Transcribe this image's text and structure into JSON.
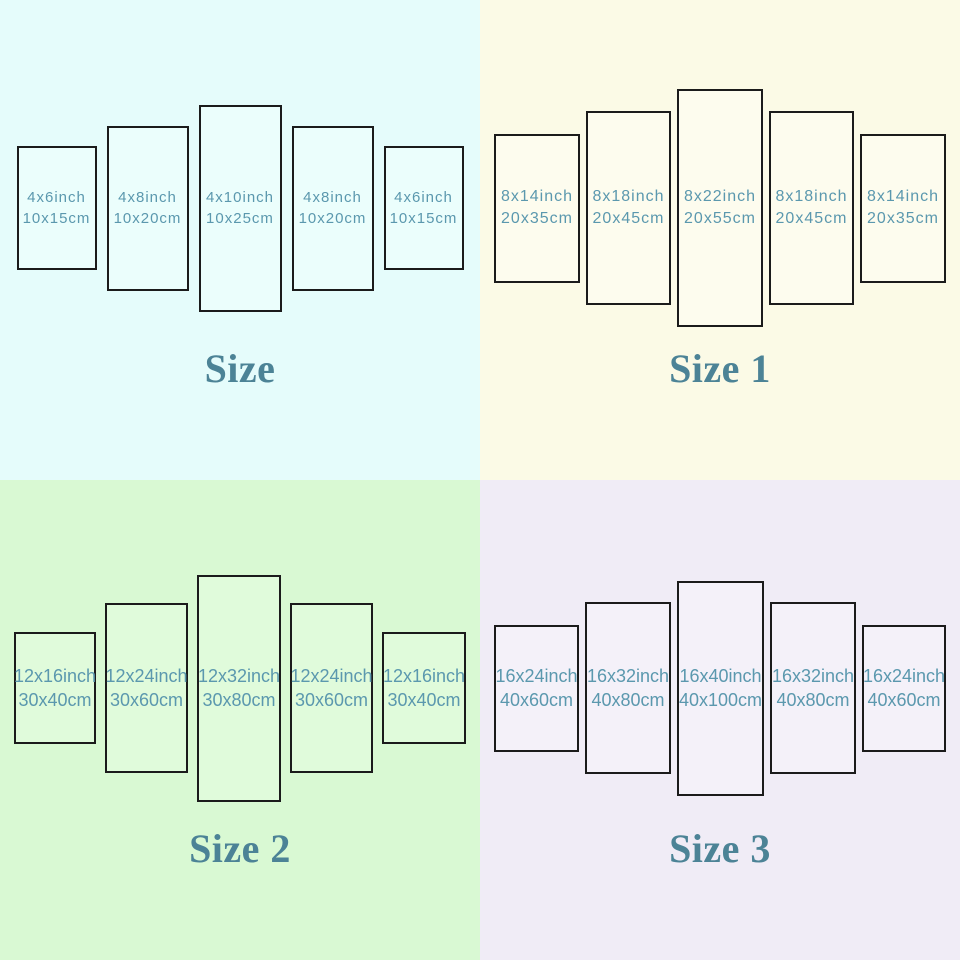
{
  "colors": {
    "quadrant_size_bg": "#e5fcfb",
    "quadrant_size1_bg": "#fbfae6",
    "quadrant_size2_bg": "#d9f9d3",
    "quadrant_size3_bg": "#f0ecf6",
    "panel_border": "#1b1b1b",
    "label_text": "#5b98ae",
    "title_text": "#4c8396"
  },
  "quadrants": [
    {
      "title": "Size",
      "panels": [
        {
          "inch": "4x6inch",
          "cm": "10x15cm"
        },
        {
          "inch": "4x8inch",
          "cm": "10x20cm"
        },
        {
          "inch": "4x10inch",
          "cm": "10x25cm"
        },
        {
          "inch": "4x8inch",
          "cm": "10x20cm"
        },
        {
          "inch": "4x6inch",
          "cm": "10x15cm"
        }
      ]
    },
    {
      "title": "Size 1",
      "panels": [
        {
          "inch": "8x14inch",
          "cm": "20x35cm"
        },
        {
          "inch": "8x18inch",
          "cm": "20x45cm"
        },
        {
          "inch": "8x22inch",
          "cm": "20x55cm"
        },
        {
          "inch": "8x18inch",
          "cm": "20x45cm"
        },
        {
          "inch": "8x14inch",
          "cm": "20x35cm"
        }
      ]
    },
    {
      "title": "Size 2",
      "panels": [
        {
          "inch": "12x16inch",
          "cm": "30x40cm"
        },
        {
          "inch": "12x24inch",
          "cm": "30x60cm"
        },
        {
          "inch": "12x32inch",
          "cm": "30x80cm"
        },
        {
          "inch": "12x24inch",
          "cm": "30x60cm"
        },
        {
          "inch": "12x16inch",
          "cm": "30x40cm"
        }
      ]
    },
    {
      "title": "Size 3",
      "panels": [
        {
          "inch": "16x24inch",
          "cm": "40x60cm"
        },
        {
          "inch": "16x32inch",
          "cm": "40x80cm"
        },
        {
          "inch": "16x40inch",
          "cm": "40x100cm"
        },
        {
          "inch": "16x32inch",
          "cm": "40x80cm"
        },
        {
          "inch": "16x24inch",
          "cm": "40x60cm"
        }
      ]
    }
  ]
}
